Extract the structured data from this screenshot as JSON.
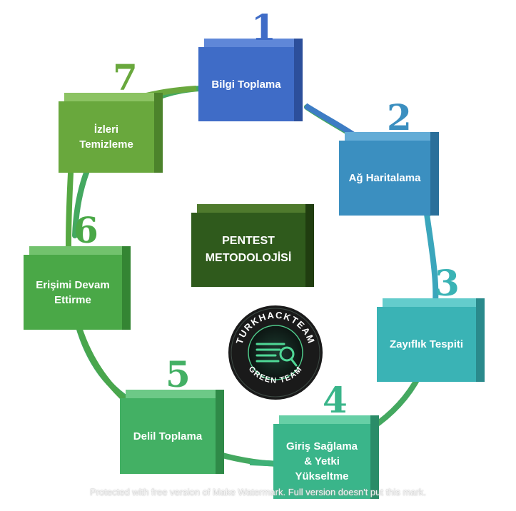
{
  "diagram": {
    "center_title": "PENTEST\nMETODOLOJİSİ",
    "steps": [
      {
        "number": "1",
        "label": "Bilgi Toplama",
        "color": "#3f6cc7"
      },
      {
        "number": "2",
        "label": "Ağ Haritalama",
        "color": "#3b8fc0"
      },
      {
        "number": "3",
        "label": "Zayıflık Tespiti",
        "color": "#3ab3b5"
      },
      {
        "number": "4",
        "label": "Giriş Sağlama\n& Yetki\nYükseltme",
        "color": "#3ab58a"
      },
      {
        "number": "5",
        "label": "Delil Toplama",
        "color": "#43b064"
      },
      {
        "number": "6",
        "label": "Erişimi Devam\nEttirme",
        "color": "#4aa847"
      },
      {
        "number": "7",
        "label": "İzleri\nTemizleme",
        "color": "#69a83d"
      }
    ]
  },
  "logo": {
    "top_text": "TURKHACKTEAM",
    "bottom_text": "GREEN TEAM"
  },
  "watermark": "Protected with free version of Make Watermark. Full version doesn't put this mark."
}
